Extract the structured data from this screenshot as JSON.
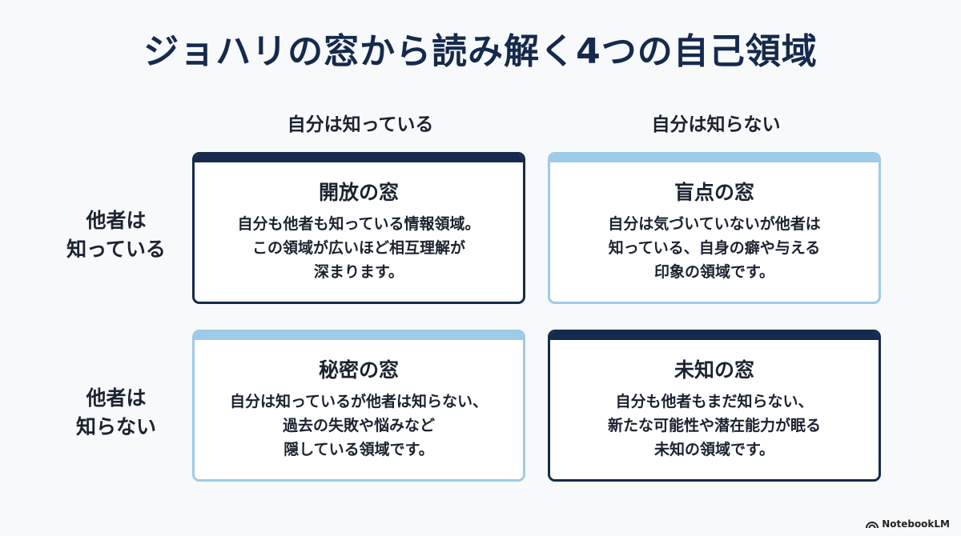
{
  "title": "ジョハリの窓から読み解く4つの自己領域",
  "columns": [
    "自分は知っている",
    "自分は知らない"
  ],
  "rows": [
    [
      "他者は",
      "知っている"
    ],
    [
      "他者は",
      "知らない"
    ]
  ],
  "colors": {
    "dark": "#152a4d",
    "light": "#9ecbe8"
  },
  "cards": [
    {
      "title": "開放の窓",
      "lines": [
        "自分も他者も知っている情報領域。",
        "この領域が広いほど相互理解が",
        "深まります。"
      ]
    },
    {
      "title": "盲点の窓",
      "lines": [
        "自分は気づいていないが他者は",
        "知っている、自身の癖や与える",
        "印象の領域です。"
      ]
    },
    {
      "title": "秘密の窓",
      "lines": [
        "自分は知っているが他者は知らない、",
        "過去の失敗や悩みなど",
        "隠している領域です。"
      ]
    },
    {
      "title": "未知の窓",
      "lines": [
        "自分も他者もまだ知らない、",
        "新たな可能性や潜在能力が眠る",
        "未知の領域です。"
      ]
    }
  ],
  "brand": {
    "label": "NotebookLM",
    "icon": "notebooklm-logo-icon"
  }
}
